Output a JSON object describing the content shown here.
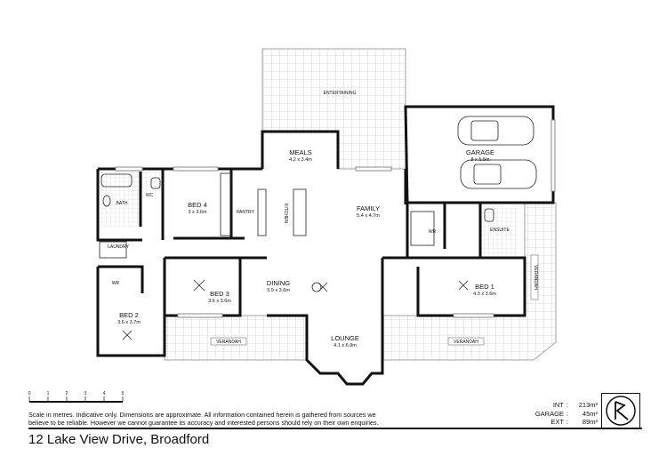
{
  "address": "12 Lake View Drive, Broadford",
  "disclaimer": [
    "Scale in metres. Indicative only. Dimensions  are approximate. All information contained herein is gathered from sources we",
    "believe to be  reliable. However we cannot guarantee its accuracy and interested persons should  rely on their own enquiries."
  ],
  "scale": {
    "unit": "metres",
    "ticks": [
      "0",
      "1",
      "2",
      "3",
      "4",
      "5"
    ]
  },
  "areas": [
    {
      "label": "INT",
      "value": "213m²"
    },
    {
      "label": "GARAGE",
      "value": "45m²"
    },
    {
      "label": "EXT",
      "value": "89m²"
    }
  ],
  "logo": {
    "text": "R"
  },
  "rooms": {
    "entertaining": {
      "name": "ENTERTAINING"
    },
    "garage": {
      "name": "GARAGE",
      "dim": "8 x 5.5m"
    },
    "meals": {
      "name": "MEALS",
      "dim": "4.2 x 3.4m"
    },
    "family": {
      "name": "FAMILY",
      "dim": "5.4 x 4.7m"
    },
    "kitchen": {
      "name": "KITCHEN"
    },
    "pantry": {
      "name": "PANTRY"
    },
    "bed4": {
      "name": "BED 4",
      "dim": "3 x 3.6m"
    },
    "bath": {
      "name": "BATH"
    },
    "wc": {
      "name": "WC"
    },
    "laundry": {
      "name": "LAUNDRY"
    },
    "wr_left": {
      "name": "WR"
    },
    "bed2": {
      "name": "BED 2",
      "dim": "3.6 x 3.7m"
    },
    "bed3": {
      "name": "BED 3",
      "dim": "3.6 x 3.6m"
    },
    "dining": {
      "name": "DINING",
      "dim": "3.9 x 3.6m"
    },
    "lounge": {
      "name": "LOUNGE",
      "dim": "4.1 x 6.9m"
    },
    "wr_right": {
      "name": "WR"
    },
    "ensuite": {
      "name": "ENSUITE"
    },
    "bed1": {
      "name": "BED 1",
      "dim": "4.3 x 3.6m"
    },
    "verandah_left": {
      "name": "VERANDAH"
    },
    "verandah_right": {
      "name": "VERANDAH"
    },
    "verandah_side": {
      "name": "VERANDAH"
    }
  }
}
